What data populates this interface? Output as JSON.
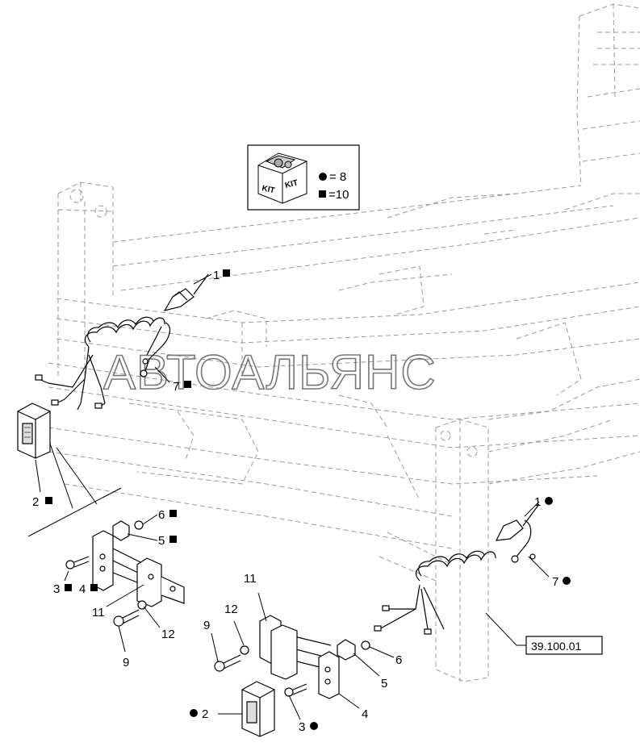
{
  "kit_legend": {
    "kit_label": "KIT",
    "circle_line": "= 8",
    "square_line": "=10"
  },
  "watermark": "АВТОАЛЬЯНС",
  "reference_box": "39.100.01",
  "callouts": [
    {
      "id": "c1-sq",
      "text": "1",
      "marker": "square"
    },
    {
      "id": "c7-sq",
      "text": "7",
      "marker": "square"
    },
    {
      "id": "c2-sq",
      "text": "2",
      "marker": "square"
    },
    {
      "id": "c6-sq",
      "text": "6",
      "marker": "square"
    },
    {
      "id": "c5-sq",
      "text": "5",
      "marker": "square"
    },
    {
      "id": "c3-sq",
      "text": "3",
      "marker": "square"
    },
    {
      "id": "c4-sq",
      "text": "4",
      "marker": "square"
    },
    {
      "id": "c11-a",
      "text": "11",
      "marker": "none"
    },
    {
      "id": "c12-a",
      "text": "12",
      "marker": "none"
    },
    {
      "id": "c9-a",
      "text": "9",
      "marker": "none"
    },
    {
      "id": "c11-b",
      "text": "11",
      "marker": "none"
    },
    {
      "id": "c12-b",
      "text": "12",
      "marker": "none"
    },
    {
      "id": "c9-b",
      "text": "9",
      "marker": "none"
    },
    {
      "id": "c6-b",
      "text": "6",
      "marker": "none"
    },
    {
      "id": "c5-b",
      "text": "5",
      "marker": "none"
    },
    {
      "id": "c4-b",
      "text": "4",
      "marker": "none"
    },
    {
      "id": "c1-ci",
      "text": "1",
      "marker": "circle"
    },
    {
      "id": "c7-ci",
      "text": "7",
      "marker": "circle"
    },
    {
      "id": "c2-ci",
      "text": "2",
      "marker": "circle"
    },
    {
      "id": "c3-ci",
      "text": "3",
      "marker": "circle"
    }
  ]
}
